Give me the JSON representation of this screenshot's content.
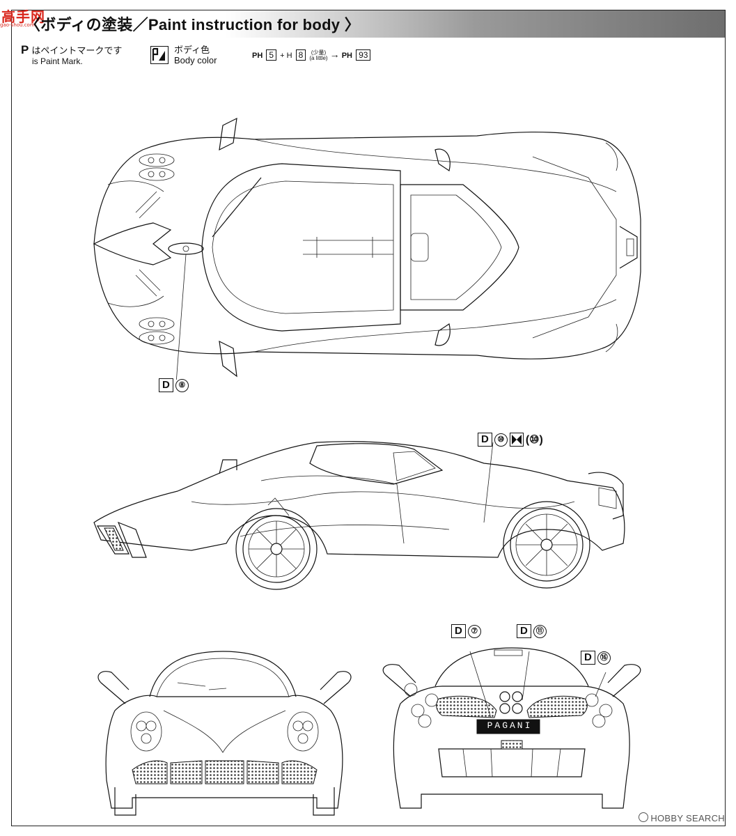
{
  "header": {
    "title_jp": "〈ボディの塗装",
    "title_sep": "／",
    "title_en": "Paint instruction for body 〉"
  },
  "watermark": {
    "brand": "高手网",
    "url": "gao-shou.com"
  },
  "legend": {
    "paint_mark_symbol": "P",
    "paint_mark_jp": "はペイントマークです",
    "paint_mark_en": "is Paint Mark.",
    "body_color_jp": "ボディ色",
    "body_color_en": "Body color",
    "formula": {
      "p1": "PH",
      "n1": "5",
      "plus": "+",
      "p2": "H",
      "n2": "8",
      "little_jp": "(少量)",
      "little_en": "(a little)",
      "arrow": "→",
      "p3": "PH",
      "n3": "93"
    }
  },
  "callouts": {
    "top_view": {
      "letter": "D",
      "number": "⑧"
    },
    "side_view": {
      "letter": "D",
      "number": "⑩",
      "extra": "(⑩)"
    },
    "rear_1": {
      "letter": "D",
      "number": "⑦"
    },
    "rear_2": {
      "letter": "D",
      "number": "⑪"
    },
    "rear_3": {
      "letter": "D",
      "number": "⑯"
    }
  },
  "rear_badge": "PAGANI",
  "footer": {
    "source": "HOBBY SEARCH"
  },
  "colors": {
    "line": "#111111",
    "watermark": "#d9261c",
    "band_dark": "#6e6e6e"
  }
}
